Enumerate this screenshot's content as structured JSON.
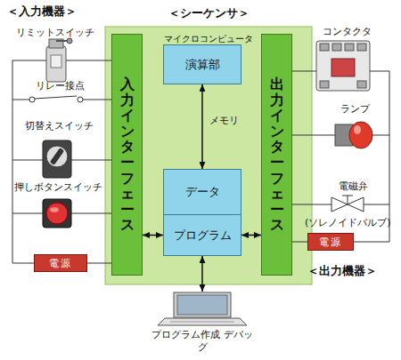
{
  "diagram": {
    "nodes": [
      {
        "text": [
          "＜シーケンサ＞",
          "マイクロコンピュータ"
        ]
      },
      {
        "text": [
          "入力インターフェース"
        ],
        "in": 0
      },
      {
        "text": [
          "出力インターフェース"
        ],
        "in": 0
      },
      {
        "text": [
          "演算部"
        ],
        "in": 0
      },
      {
        "text": [
          "データ"
        ],
        "in": 0
      },
      {
        "text": [
          "プログラム"
        ],
        "in": 0
      },
      {
        "text": [
          "電源"
        ]
      },
      {
        "text": [
          "電源"
        ]
      },
      {
        "text": [
          "プログラム作成 デバッグ"
        ]
      }
    ],
    "edges": [
      {
        "from": 1,
        "to": 5,
        "arrow": "both"
      },
      {
        "from": 5,
        "to": 2,
        "arrow": "both"
      },
      {
        "from": 3,
        "to": 4,
        "arrow": "both"
      },
      {
        "from": 5,
        "to": 8,
        "arrow": "both"
      }
    ],
    "labels": [
      "＜入力機器＞",
      "リミットスイッチ",
      "リレー接点",
      "切替えスイッチ",
      "押しボタンスイッチ",
      "メモリ",
      "コンタクタ",
      "ランプ",
      "電磁弁",
      "(ソレノイドバルブ)",
      "＜出力機器＞"
    ]
  }
}
